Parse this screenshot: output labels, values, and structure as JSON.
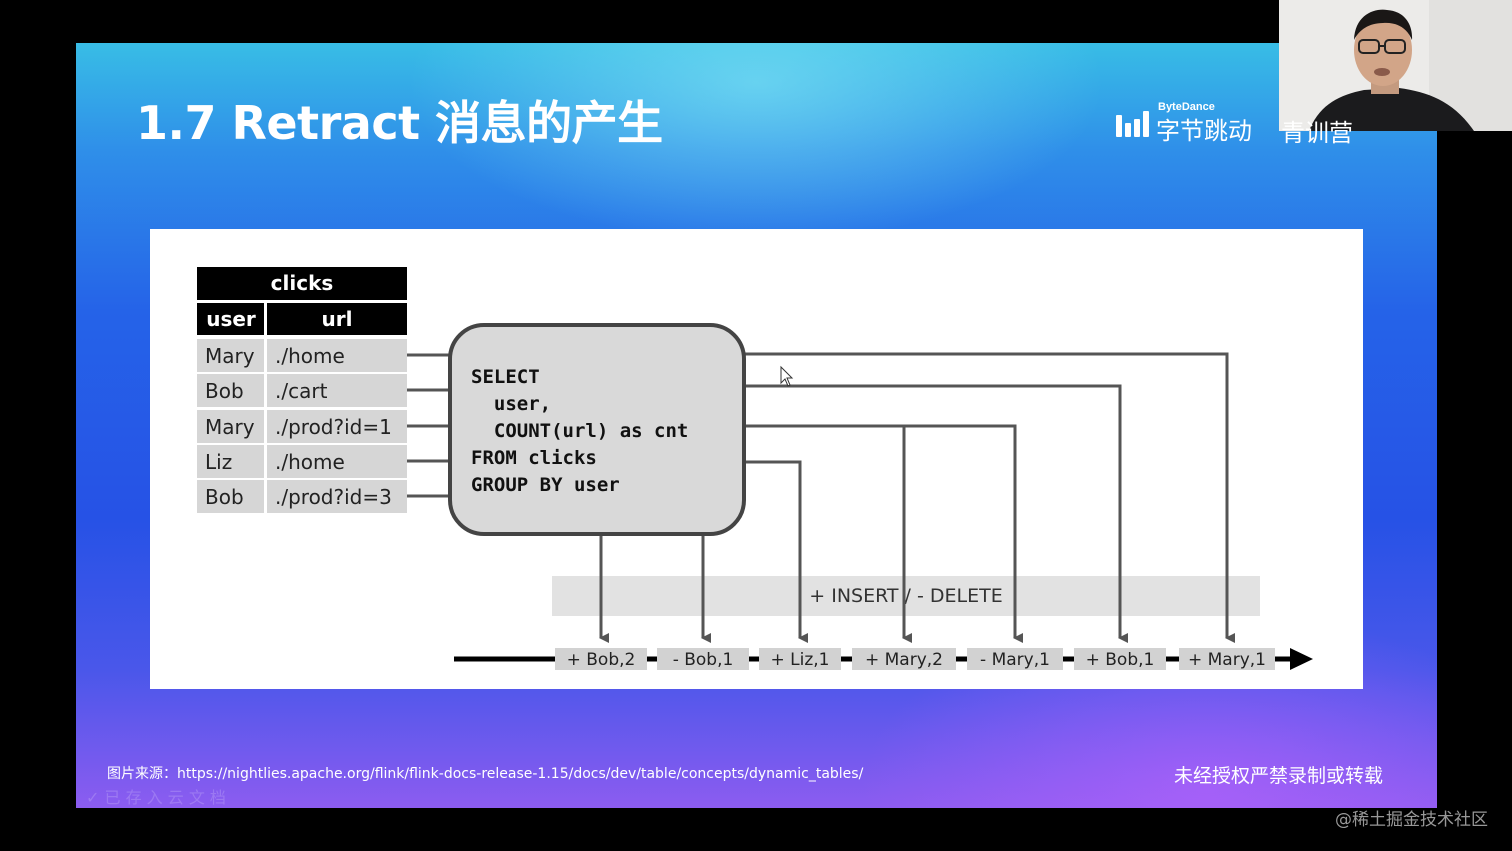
{
  "slide": {
    "title": "1.7 Retract 消息的产生",
    "logo_en": "ByteDance",
    "logo_cn": "字节跳动",
    "logo2_text": "青训营",
    "source_caption": "图片来源：https://nightlies.apache.org/flink/flink-docs-release-1.15/docs/dev/table/concepts/dynamic_tables/",
    "notice": "未经授权严禁录制或转载",
    "ghost_text": "✓ 已 存 入 云 文 档"
  },
  "diagram": {
    "table_name": "clicks",
    "columns": [
      "user",
      "url"
    ],
    "rows": [
      {
        "user": "Mary",
        "url": "./home"
      },
      {
        "user": "Bob",
        "url": "./cart"
      },
      {
        "user": "Mary",
        "url": "./prod?id=1"
      },
      {
        "user": "Liz",
        "url": "./home"
      },
      {
        "user": "Bob",
        "url": "./prod?id=3"
      }
    ],
    "query_lines": [
      "SELECT",
      "  user,",
      "  COUNT(url) as cnt",
      "FROM clicks",
      "GROUP BY user"
    ],
    "change_band_label": "+ INSERT / - DELETE",
    "output_messages": [
      "+ Bob,2",
      "- Bob,1",
      "+ Liz,1",
      "+ Mary,2",
      "- Mary,1",
      "+ Bob,1",
      "+ Mary,1"
    ]
  },
  "watermark": "@稀土掘金技术社区",
  "colors": {
    "slide_top": "#38bde6",
    "slide_mid": "#2563e8",
    "slide_bottom": "#8c5cf0",
    "table_header": "#000000",
    "table_cell": "#d6d6d6",
    "query_box": "#d9d9d9",
    "connector": "#555555",
    "band": "#e0e0e0"
  }
}
